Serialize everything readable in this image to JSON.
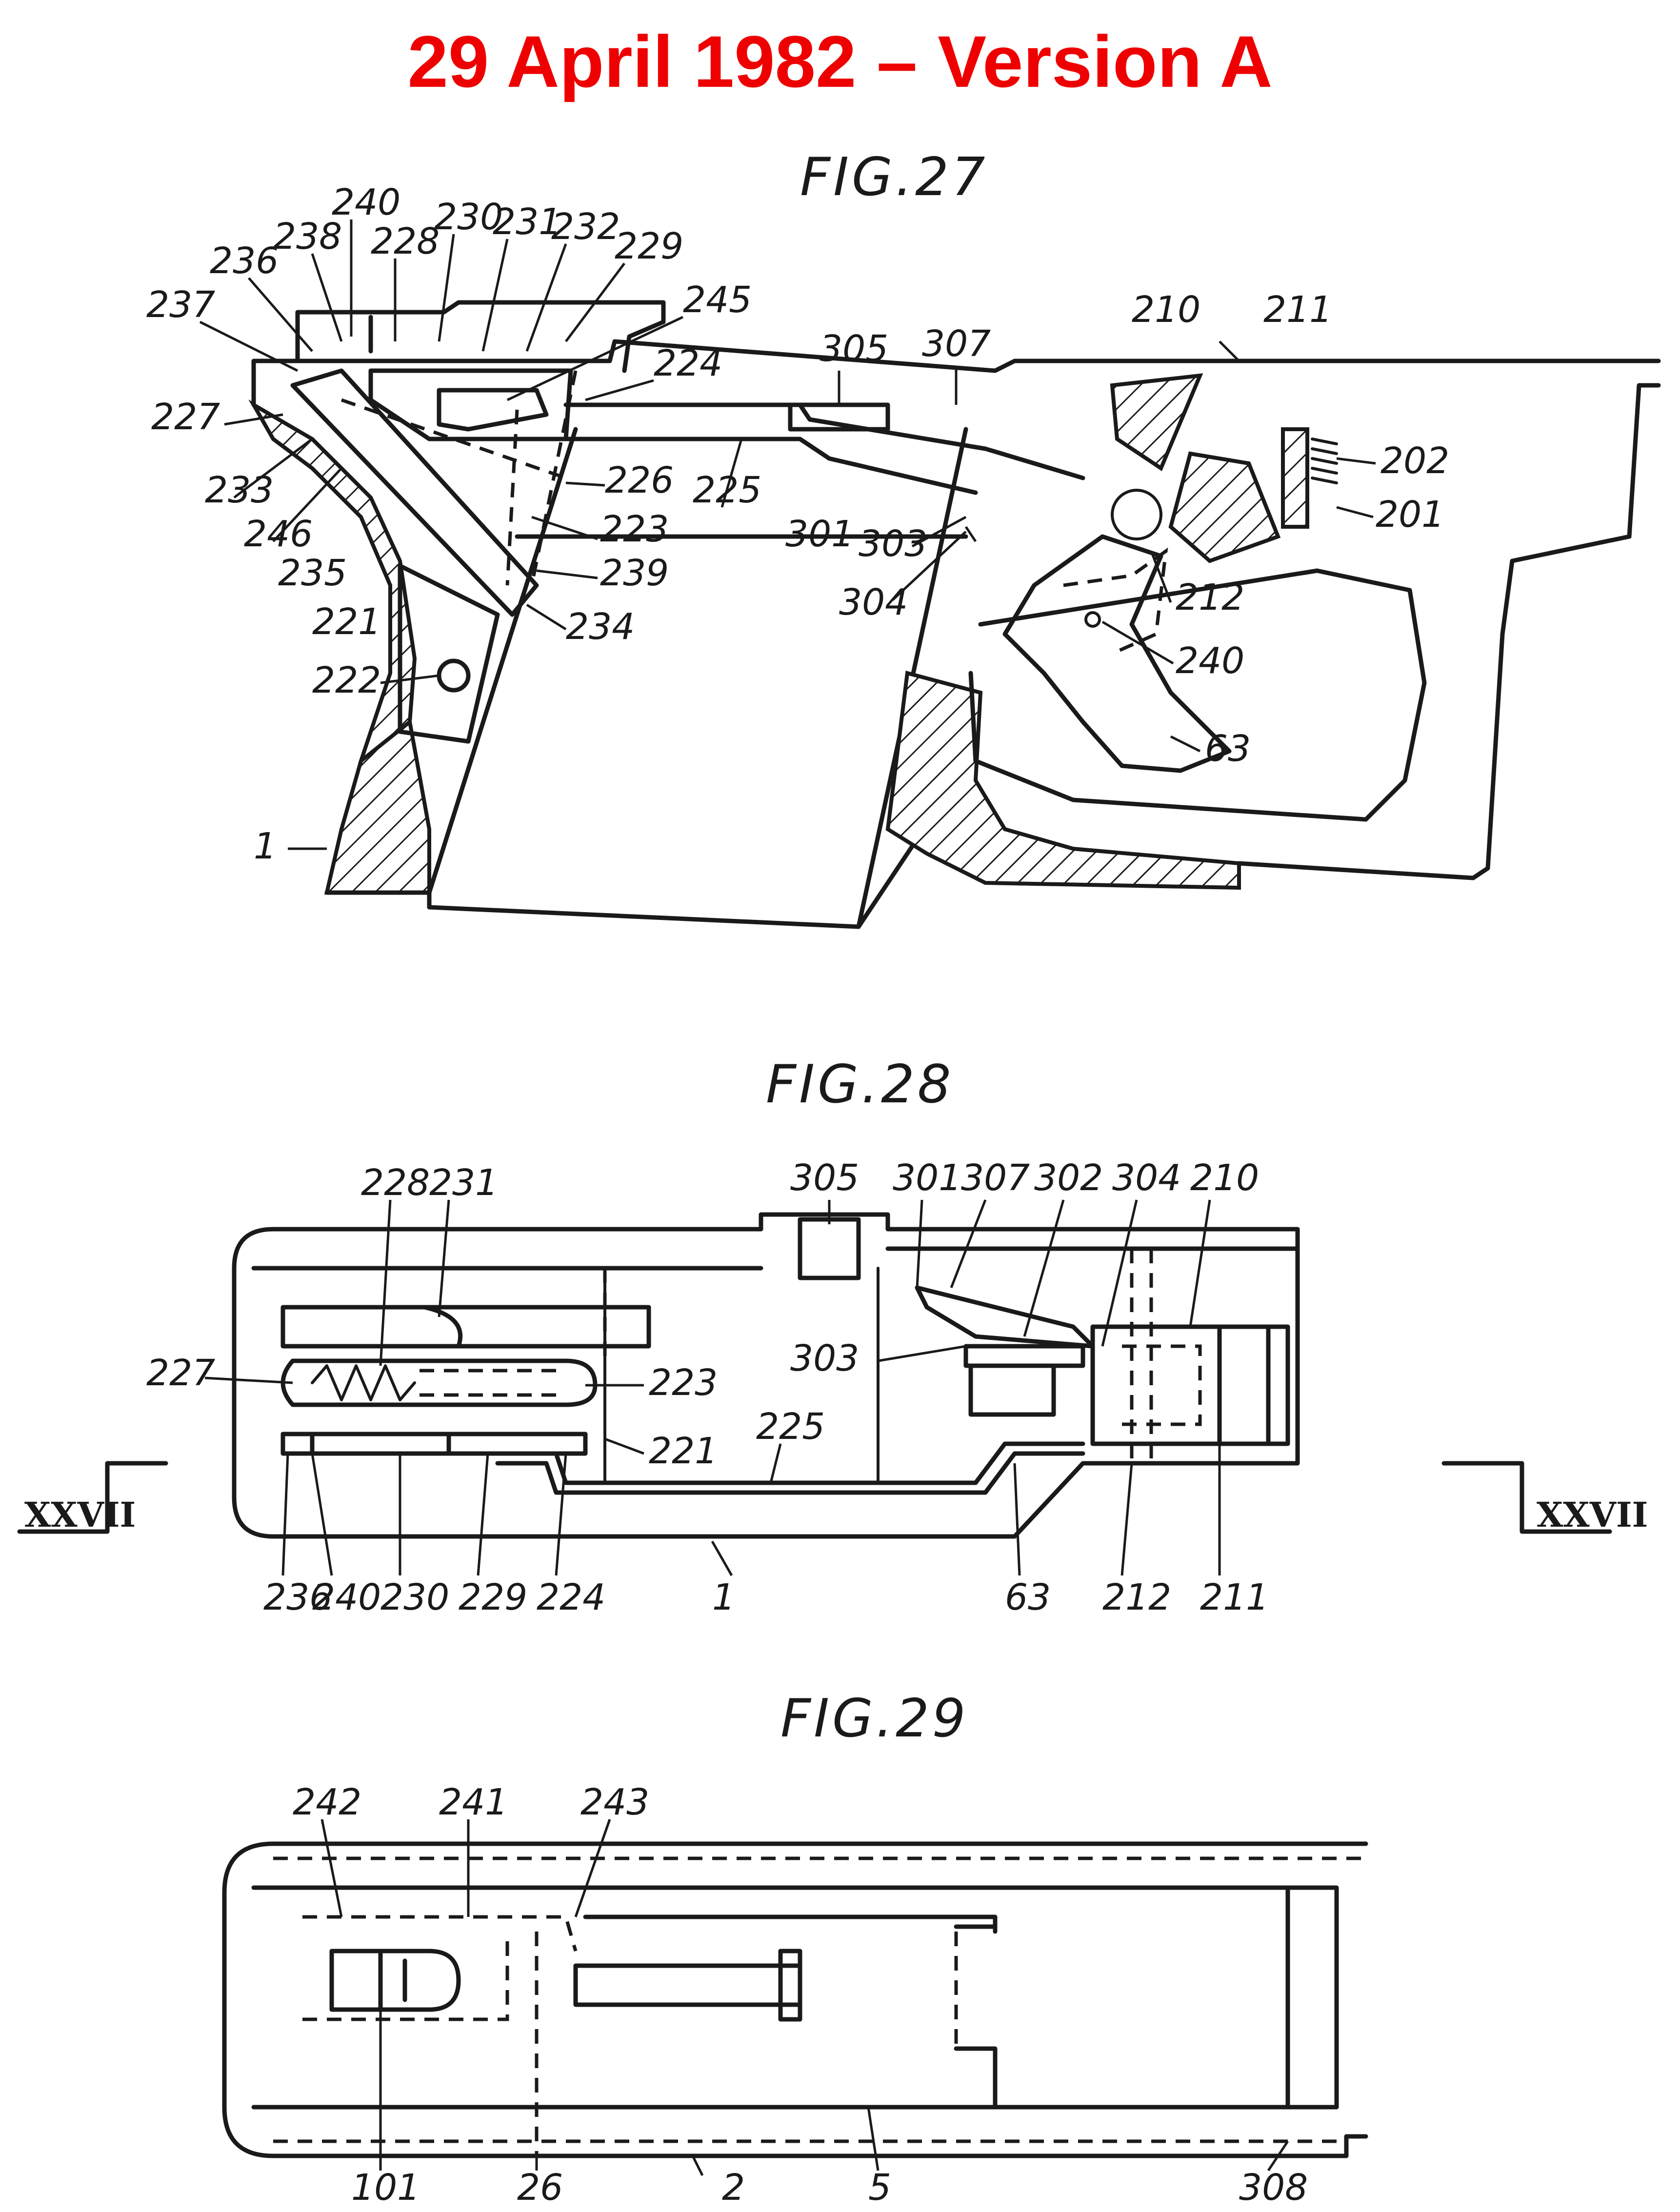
{
  "title": "29 April 1982 – Version A",
  "accent_color": "#ee0000",
  "figures": [
    {
      "id": "fig27",
      "caption": "FIG.27",
      "labels": [
        "240",
        "238",
        "236",
        "237",
        "228",
        "230",
        "231",
        "232",
        "229",
        "245",
        "224",
        "227",
        "226",
        "225",
        "233",
        "246",
        "223",
        "235",
        "239",
        "221",
        "234",
        "222",
        "1",
        "305",
        "307",
        "210",
        "211",
        "202",
        "201",
        "301",
        "303",
        "304",
        "212",
        "240",
        "63"
      ]
    },
    {
      "id": "fig28",
      "caption": "FIG.28",
      "labels": [
        "228",
        "231",
        "227",
        "223",
        "221",
        "225",
        "236",
        "240",
        "230",
        "229",
        "224",
        "1",
        "305",
        "301",
        "307",
        "302",
        "304",
        "210",
        "303",
        "63",
        "212",
        "211"
      ],
      "section_marks": [
        "XXVII",
        "XXVII"
      ]
    },
    {
      "id": "fig29",
      "caption": "FIG.29",
      "labels": [
        "242",
        "241",
        "243",
        "101",
        "26",
        "2",
        "5",
        "308"
      ]
    }
  ]
}
